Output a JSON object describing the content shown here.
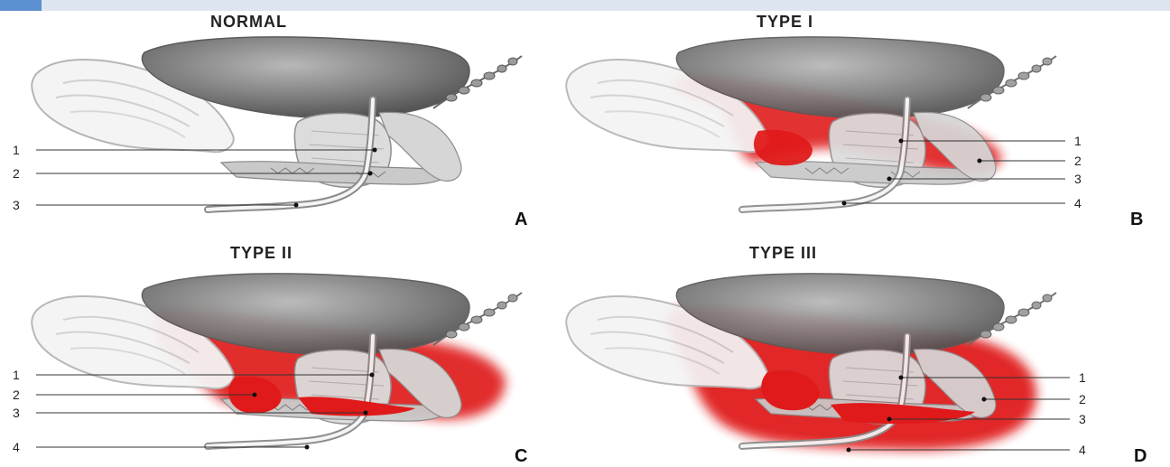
{
  "panels": [
    {
      "title": "NORMAL",
      "letter": "A",
      "labels": [
        "1",
        "2",
        "3"
      ]
    },
    {
      "title": "TYPE I",
      "letter": "B",
      "labels": [
        "1",
        "2",
        "3",
        "4"
      ]
    },
    {
      "title": "TYPE II",
      "letter": "C",
      "labels": [
        "1",
        "2",
        "3",
        "4"
      ]
    },
    {
      "title": "TYPE III",
      "letter": "D",
      "labels": [
        "1",
        "2",
        "3",
        "4"
      ]
    }
  ],
  "colors": {
    "injury": "#e01a1a",
    "bladder": "#808080",
    "bone": "#f0f0f0",
    "frame": "#5b8fcf"
  }
}
